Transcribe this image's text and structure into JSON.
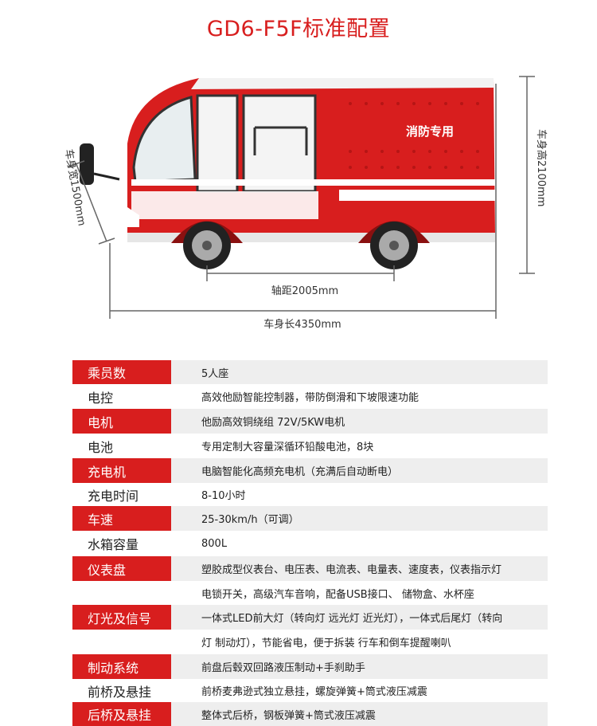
{
  "title": "GD6-F5F标准配置",
  "diagram": {
    "vehicle_text": "消防专用",
    "width_label": "车身宽1500mm",
    "height_label": "车身高2100mm",
    "wheelbase_label": "轴距2005mm",
    "length_label": "车身长4350mm",
    "colors": {
      "body_red": "#d81e1e",
      "white": "#ffffff",
      "dark": "#222222"
    }
  },
  "specs": [
    {
      "label": "乘员数",
      "value": "5人座"
    },
    {
      "label": "电控",
      "value": "高效他励智能控制器，带防倒滑和下坡限速功能"
    },
    {
      "label": "电机",
      "value": "他励高效铜绕组 72V/5KW电机"
    },
    {
      "label": "电池",
      "value": "专用定制大容量深循环铅酸电池，8块"
    },
    {
      "label": "充电机",
      "value": "电脑智能化高频充电机（充满后自动断电）"
    },
    {
      "label": "充电时间",
      "value": "8-10小时"
    },
    {
      "label": "车速",
      "value": "25-30km/h（可调）"
    },
    {
      "label": "水箱容量",
      "value": "800L"
    },
    {
      "label": "仪表盘",
      "value": "塑胶成型仪表台、电压表、电流表、电量表、速度表，仪表指示灯"
    },
    {
      "label": "",
      "value": "电锁开关，高级汽车音响，配备USB接口、 储物盒、水杯座"
    },
    {
      "label": "灯光及信号",
      "value": "一体式LED前大灯（转向灯 远光灯 近光灯），一体式后尾灯（转向"
    },
    {
      "label": "",
      "value": "灯  制动灯），节能省电，便于拆装    行车和倒车提醒喇叭"
    },
    {
      "label": "制动系统",
      "value": "前盘后毂双回路液压制动+手刹助手"
    },
    {
      "label": "前桥及悬挂",
      "value": "前桥麦弗逊式独立悬挂，螺旋弹簧+筒式液压减震"
    },
    {
      "label": "后桥及悬挂",
      "value": "整体式后桥，钢板弹簧+筒式液压减震"
    }
  ],
  "accent_color": "#d81e1e"
}
